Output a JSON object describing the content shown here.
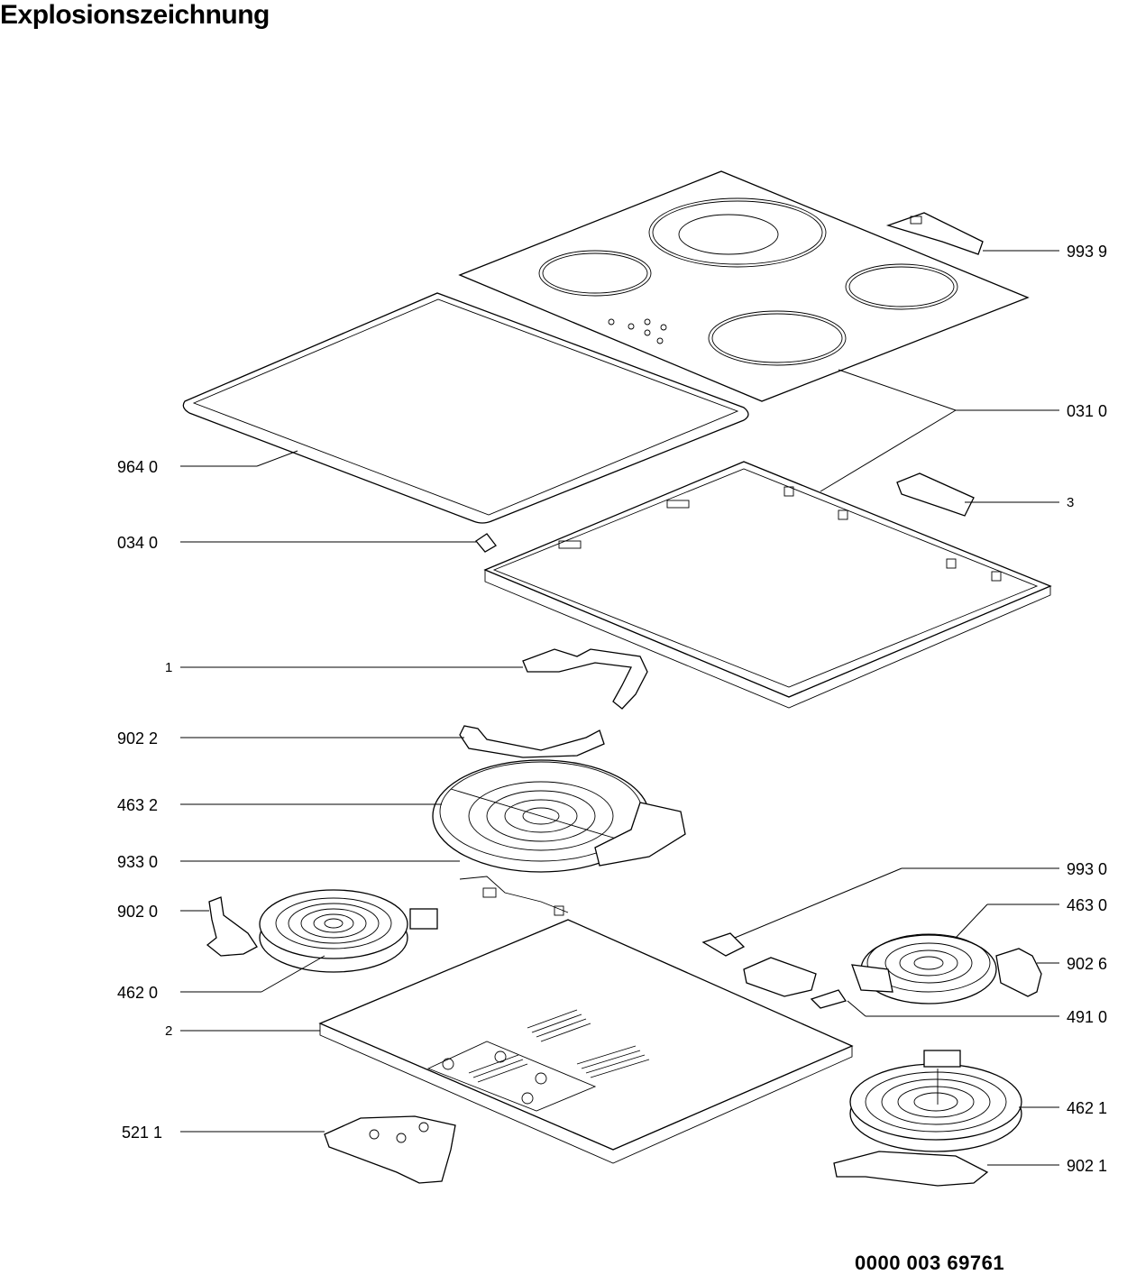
{
  "title": "Explosionszeichnung",
  "document_number": "0000 003 69761",
  "callouts": [
    {
      "id": "993-9",
      "text": "993 9"
    },
    {
      "id": "031-0",
      "text": "031 0"
    },
    {
      "id": "964-0",
      "text": "964 0"
    },
    {
      "id": "3",
      "text": "3"
    },
    {
      "id": "034-0",
      "text": "034 0"
    },
    {
      "id": "1",
      "text": "1"
    },
    {
      "id": "902-2",
      "text": "902 2"
    },
    {
      "id": "463-2",
      "text": "463 2"
    },
    {
      "id": "933-0",
      "text": "933 0"
    },
    {
      "id": "993-0",
      "text": "993 0"
    },
    {
      "id": "902-0",
      "text": "902 0"
    },
    {
      "id": "463-0",
      "text": "463 0"
    },
    {
      "id": "902-6",
      "text": "902 6"
    },
    {
      "id": "462-0",
      "text": "462 0"
    },
    {
      "id": "491-0",
      "text": "491 0"
    },
    {
      "id": "2",
      "text": "2"
    },
    {
      "id": "462-1",
      "text": "462 1"
    },
    {
      "id": "521-1",
      "text": "521 1"
    },
    {
      "id": "902-1",
      "text": "902 1"
    }
  ]
}
